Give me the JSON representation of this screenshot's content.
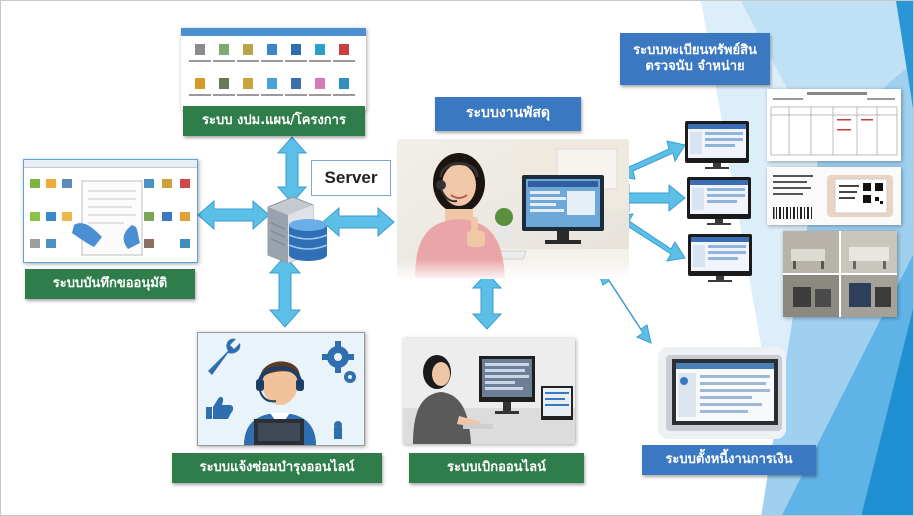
{
  "diagram": {
    "server_label": "Server",
    "labels": {
      "budget_plan": "ระบบ งปม.แผน/โครงการ",
      "supplies": "ระบบงานพัสดุ",
      "asset_registry_line1": "ระบบทะเบียนทรัพย์สิน",
      "asset_registry_line2": "ตรวจนับ จำหน่าย",
      "approval_record": "ระบบบันทึกขออนุมัติ",
      "repair_report": "ระบบแจ้งซ่อมบำรุงออนไลน์",
      "online_requisition": "ระบบเบิกออนไลน์",
      "finance_debt": "ระบบตั้งหนี้งานการเงิน"
    },
    "colors": {
      "label_green": "#2e7d4a",
      "label_blue": "#3a78c2",
      "arrow_fill": "#5bbfe8",
      "arrow_stroke": "#3a9ed0",
      "background_accent": "#1f8fd1"
    },
    "icons": [
      "server-icon",
      "database-icon",
      "headset-support-icon",
      "gear-icon",
      "wrench-icon",
      "thumbs-up-icon",
      "monitor-icon"
    ]
  }
}
